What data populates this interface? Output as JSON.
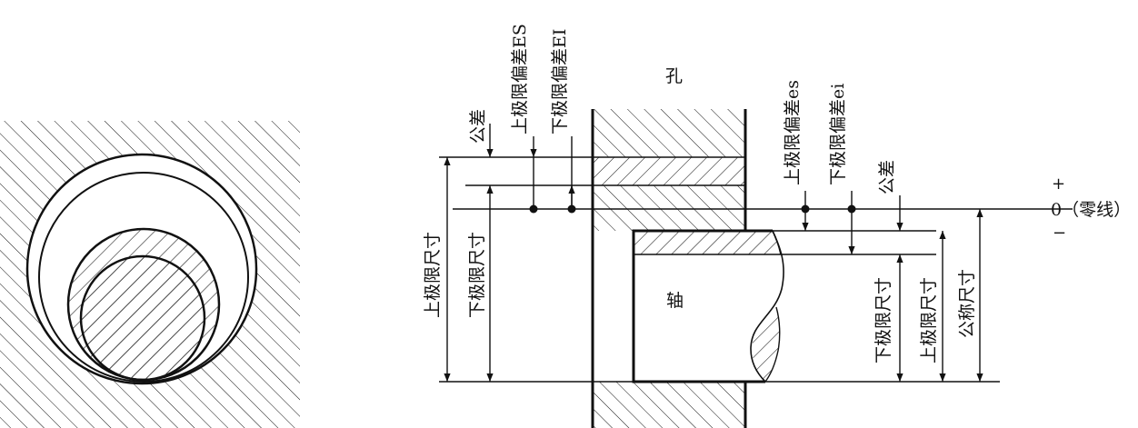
{
  "labels": {
    "hole": "孔",
    "shaft": "轴",
    "zero_line": "0（零线）",
    "plus": "+",
    "minus": "−",
    "hole_tolerance": "公差",
    "hole_upper_dev": "上极限偏差ES",
    "hole_lower_dev": "下极限偏差EI",
    "hole_upper_size": "上极限尺寸",
    "hole_lower_size": "下极限尺寸",
    "shaft_upper_dev": "上极限偏差es",
    "shaft_lower_dev": "下极限偏差ei",
    "shaft_tolerance": "公差",
    "shaft_lower_size": "下极限尺寸",
    "shaft_upper_size": "上极限尺寸",
    "nominal_size": "公称尺寸"
  },
  "colors": {
    "ink": "#111111",
    "background": "#ffffff"
  }
}
